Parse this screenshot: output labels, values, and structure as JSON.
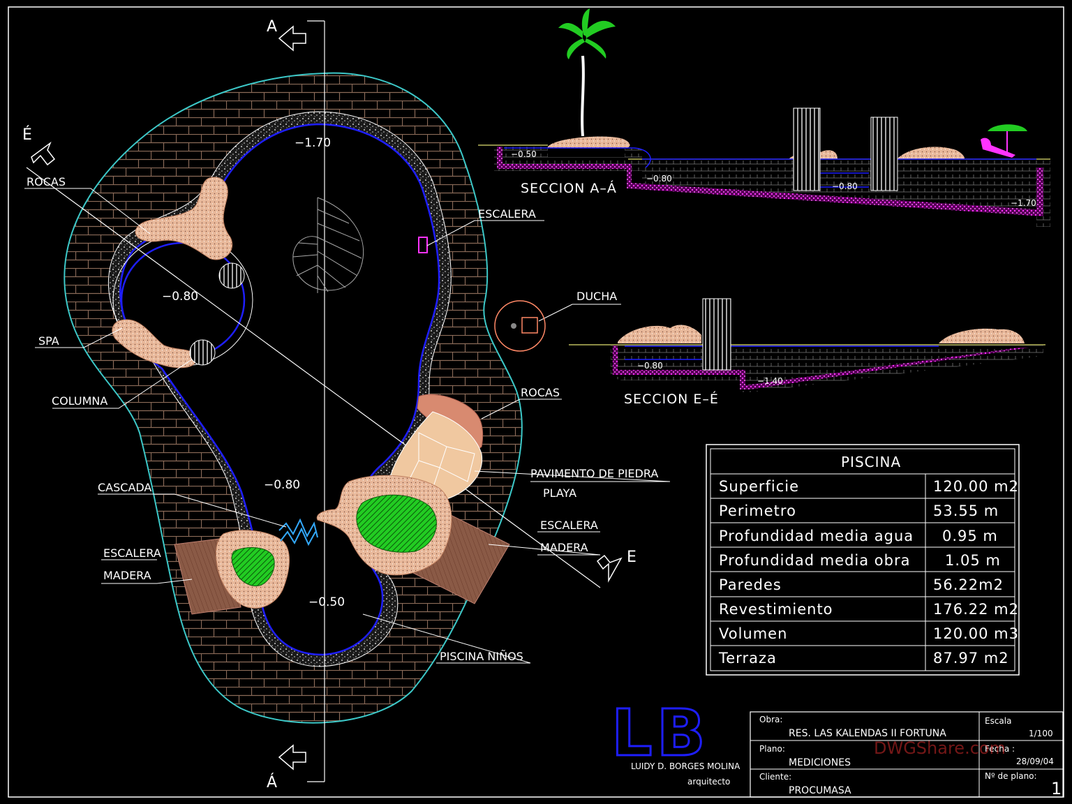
{
  "plan": {
    "depths": {
      "main_deep": "−1.70",
      "spa": "−0.80",
      "main_shallow": "−0.80",
      "kids": "−0.50"
    },
    "section_markers": {
      "a_top": "A",
      "a_bottom": "Á",
      "e_top": "É",
      "e_bottom": "E"
    },
    "callouts": {
      "rocas_left": "ROCAS",
      "spa": "SPA",
      "columna": "COLUMNA",
      "cascada": "CASCADA",
      "escalera_madera_left_1": "ESCALERA",
      "escalera_madera_left_2": "MADERA",
      "escalera_right": "ESCALERA",
      "ducha": "DUCHA",
      "rocas_right": "ROCAS",
      "pavimento_1": "PAVIMENTO DE PIEDRA",
      "pavimento_2": "PLAYA",
      "escalera_madera_right_1": "ESCALERA",
      "escalera_madera_right_2": "MADERA",
      "piscina_ninos": "PISCINA NIÑOS"
    }
  },
  "sections": {
    "aa": {
      "title": "SECCION A–Á",
      "levels": [
        "−0.50",
        "−0.80",
        "−0.80",
        "−1.70"
      ]
    },
    "ee": {
      "title": "SECCION E–É",
      "levels": [
        "−0.80",
        "−1.40"
      ]
    }
  },
  "summary_table": {
    "title": "PISCINA",
    "rows": [
      {
        "label": "Superficie",
        "value": "120.00  m2"
      },
      {
        "label": "Perimetro",
        "value": "53.55  m"
      },
      {
        "label": "Profundidad media agua",
        "value": "0.95  m"
      },
      {
        "label": "Profundidad media obra",
        "value": "1.05  m"
      },
      {
        "label": "Paredes",
        "value": "56.22m2"
      },
      {
        "label": "Revestimiento",
        "value": "176.22  m2"
      },
      {
        "label": "Volumen",
        "value": "120.00  m3"
      },
      {
        "label": "Terraza",
        "value": "87.97  m2"
      }
    ]
  },
  "title_block": {
    "logo": "LB",
    "architect_name": "LUIDY D. BORGES MOLINA",
    "architect_title": "arquitecto",
    "obra_label": "Obra:",
    "obra_value": "RES. LAS KALENDAS II FORTUNA",
    "plano_label": "Plano:",
    "plano_value": "MEDICIONES",
    "cliente_label": "Cliente:",
    "cliente_value": "PROCUMASA",
    "escala_label": "Escala",
    "escala_value": "1/100",
    "fecha_label": "Fecha :",
    "fecha_value": "28/09/04",
    "plano_no_label": "Nº de plano:",
    "plano_no_value": "1",
    "watermark": "DWGShare.com"
  },
  "colors": {
    "background": "#000000",
    "pool_edge": "#1e1eff",
    "outer_edge": "#3cc8c8",
    "brick": "#7a5a4a",
    "rock": "#e8b89a",
    "sand": "#f0c8a0",
    "liner": "#ff33ff",
    "deck": "#8a5a46",
    "plant": "#22cc22",
    "water_line": "#e0e070"
  }
}
